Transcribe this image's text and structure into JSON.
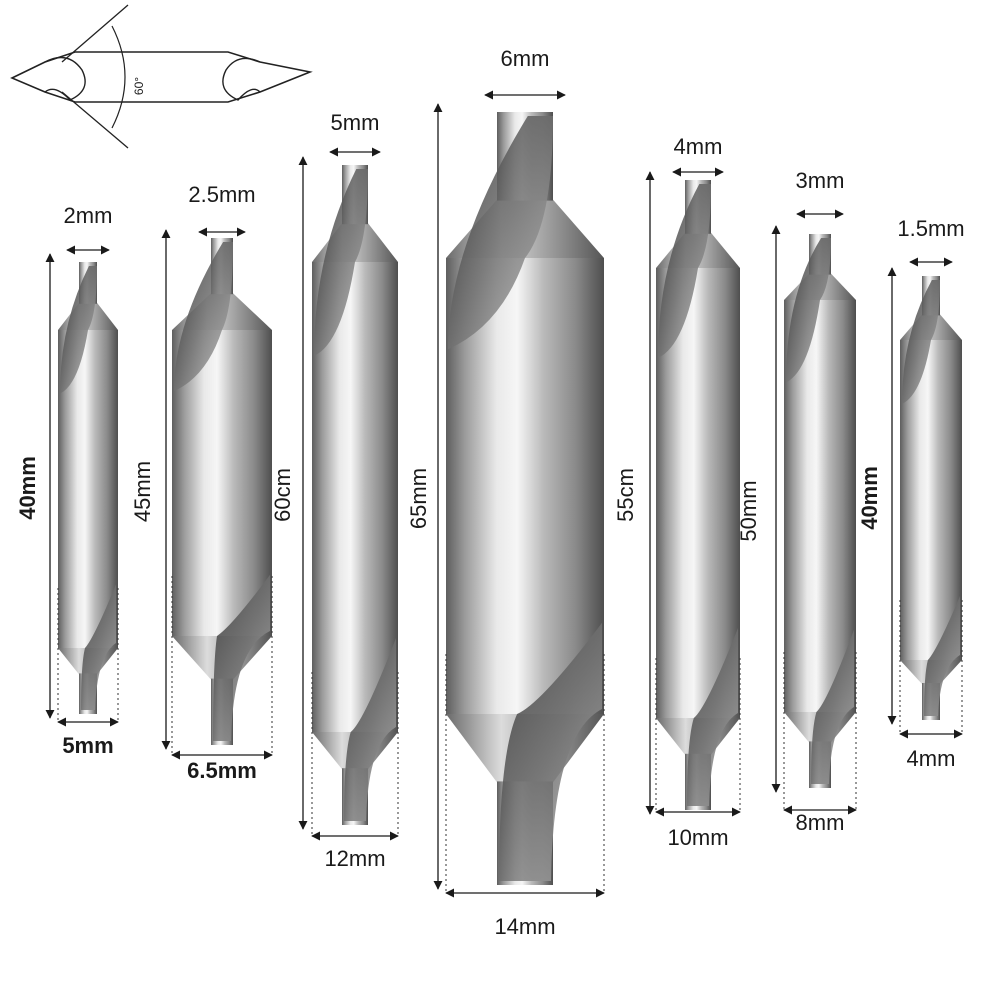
{
  "diagram": {
    "angle_label": "60°"
  },
  "bits": [
    {
      "tip_width": "2mm",
      "length": "40mm",
      "body_width": "5mm",
      "length_bold": true,
      "body_bold": true
    },
    {
      "tip_width": "2.5mm",
      "length": "45mm",
      "body_width": "6.5mm",
      "length_bold": false,
      "body_bold": true
    },
    {
      "tip_width": "5mm",
      "length": "60cm",
      "body_width": "12mm",
      "length_bold": false,
      "body_bold": false
    },
    {
      "tip_width": "6mm",
      "length": "65mm",
      "body_width": "14mm",
      "length_bold": false,
      "body_bold": false
    },
    {
      "tip_width": "4mm",
      "length": "55cm",
      "body_width": "10mm",
      "length_bold": false,
      "body_bold": false
    },
    {
      "tip_width": "3mm",
      "length": "50mm",
      "body_width": "8mm",
      "length_bold": false,
      "body_bold": false
    },
    {
      "tip_width": "1.5mm",
      "length": "40mm",
      "body_width": "4mm",
      "length_bold": true,
      "body_bold": false
    }
  ]
}
